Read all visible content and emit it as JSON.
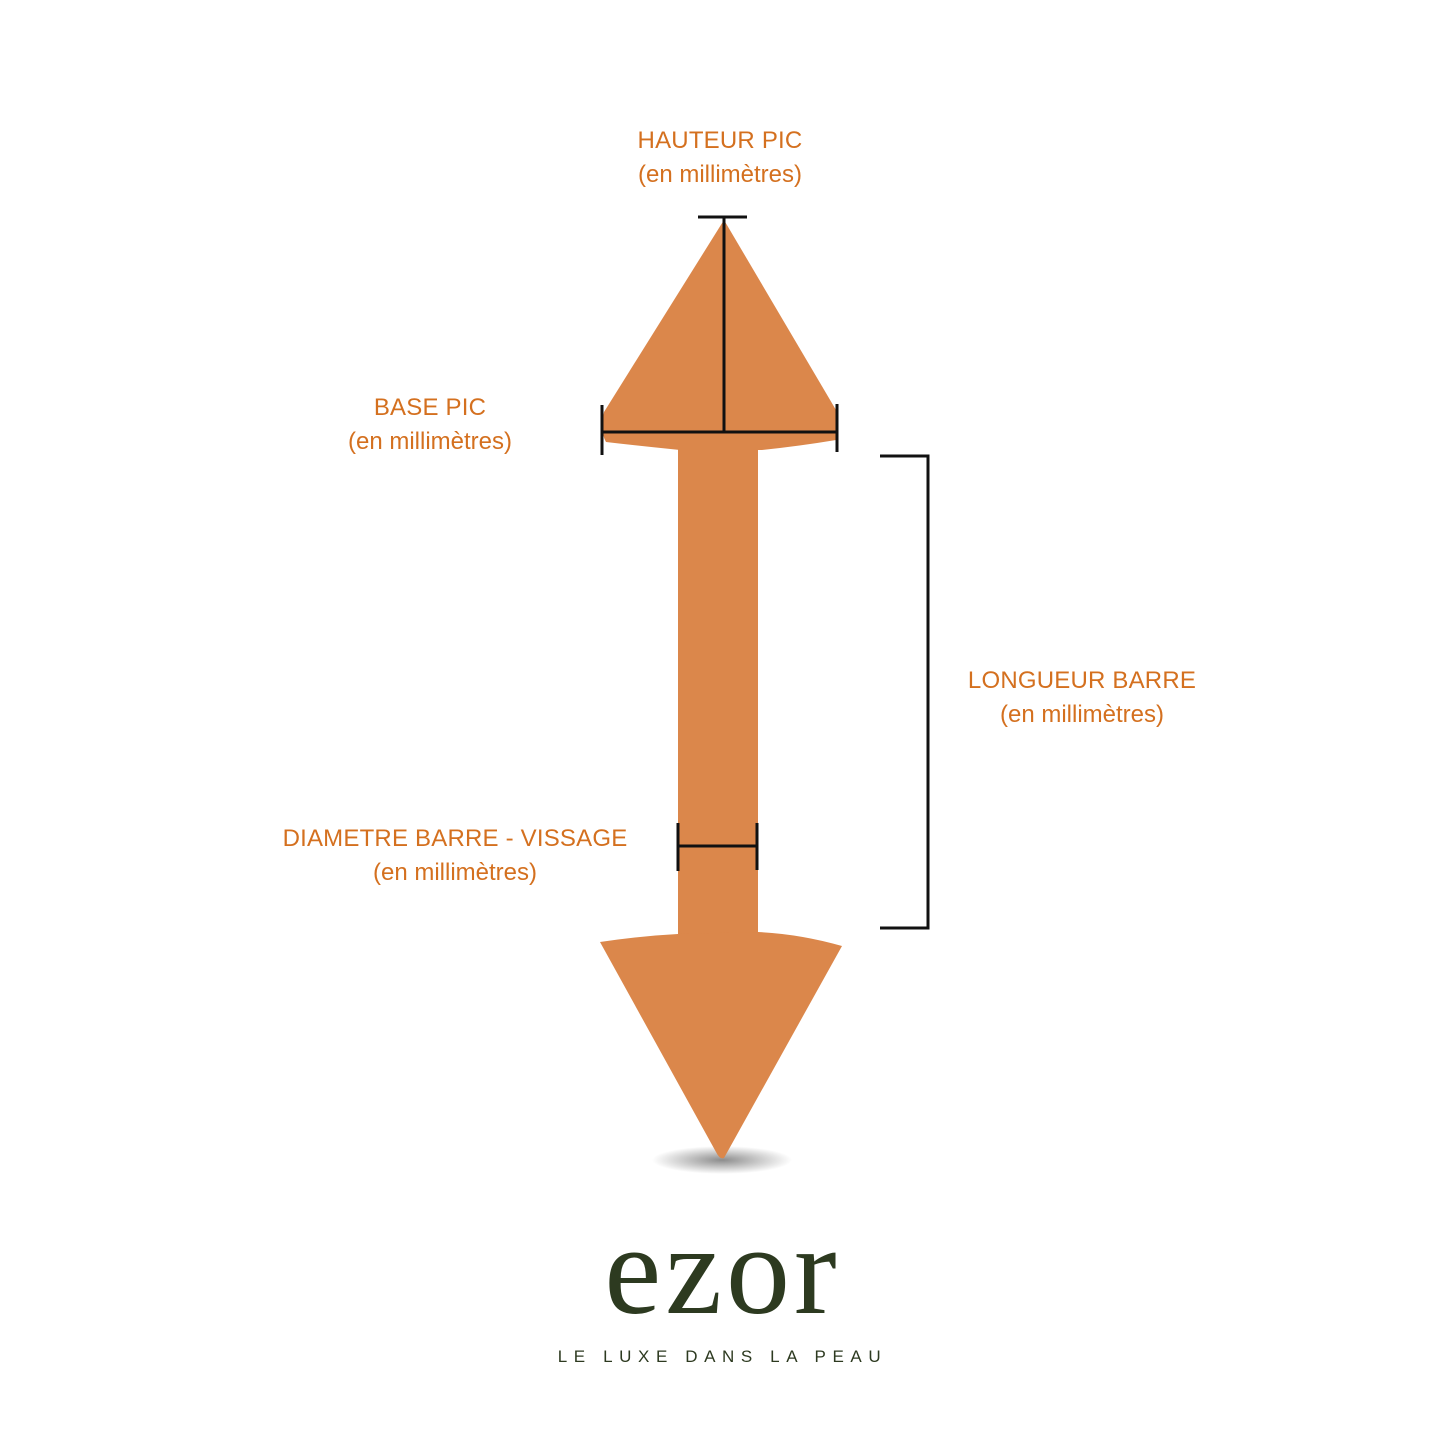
{
  "colors": {
    "piercing_fill": "#db874b",
    "label_text": "#d4701f",
    "measure_lines": "#111111",
    "logo": "#2d3a20"
  },
  "labels": {
    "hauteur_pic": {
      "title": "HAUTEUR PIC",
      "unit": "(en millimètres)"
    },
    "base_pic": {
      "title": "BASE PIC",
      "unit": "(en millimètres)"
    },
    "longueur_barre": {
      "title": "LONGUEUR BARRE",
      "unit": "(en millimètres)"
    },
    "diametre_barre": {
      "title": "DIAMETRE BARRE - VISSAGE",
      "unit": "(en millimètres)"
    }
  },
  "brand": {
    "name": "ezor",
    "tagline": "LE LUXE DANS LA PEAU"
  }
}
